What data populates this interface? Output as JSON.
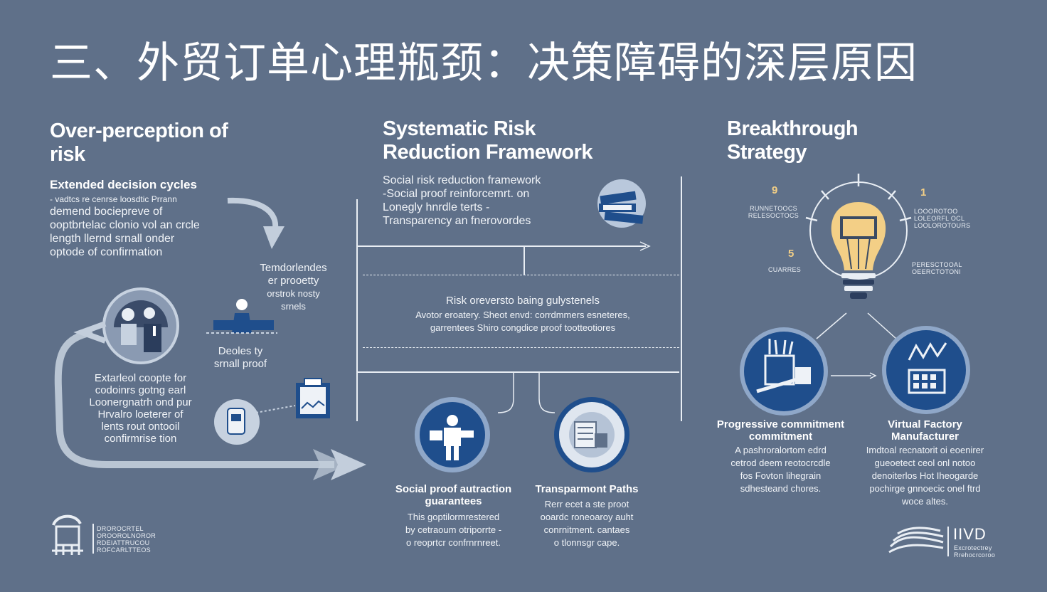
{
  "title": "三、外贸订单心理瓶颈：决策障碍的深层原因",
  "col1": {
    "heading_line1": "Over-perception of",
    "heading_line2": "risk",
    "subheading": "Extended decision cycles",
    "para1": [
      "- vadtcs re cenrse loosdtic Prrann",
      "demend bociepreve of",
      "ooptbrtelac clonio vol an crcle",
      "length llernd srnall onder",
      "optode of confirmation"
    ],
    "tendencies": [
      "Temdorlendes",
      "er prooetty",
      "orstrok nosty",
      "srnels"
    ],
    "decline": [
      "Deoles ty",
      "srnall proof"
    ],
    "extended": [
      "Extarleol coopte for",
      "codoinrs gotng earl",
      "Loonergnatrh ond pur",
      "Hrvalro loeterer of",
      "lents rout ontooil",
      "confirmrise tion"
    ],
    "logo_text": [
      "DROROCRTEL",
      "OROOROLNOROR",
      "RDEIATTRUCOU",
      "ROFCARLTTEOS"
    ]
  },
  "col2": {
    "heading_line1": "Systematic Risk",
    "heading_line2": "Reduction Framework",
    "intro": [
      "Social risk reduction framework",
      "-Social proof reinforcemrt. on",
      "Lonegly hnrdle terts -",
      "Transparency an fnerovordes"
    ],
    "mid_title": "Risk oreversto baing gulystenels",
    "mid_text": [
      "Avotor eroatery. Sheot envd: corrdmmers esneteres,",
      "garrentees Shiro congdice proof tootteotiores"
    ],
    "social_title": [
      "Social proof autraction",
      "guarantees"
    ],
    "social_text": [
      "This goptilormrestered",
      "by cetraoum otriporrte -",
      "o reoprtcr confrnrnreet."
    ],
    "transparent_title": "Transparmont Paths",
    "transparent_text": [
      "Rerr ecet a ste proot",
      "ooardc roneoaroy auht",
      "conrnitment. cantaes",
      "o tlonnsgr cape."
    ]
  },
  "col3": {
    "heading_line1": "Breakthrough",
    "heading_line2": "Strategy",
    "label_9": "9",
    "label_5": "5",
    "label_1": "1",
    "bulb_left_top": [
      "RUNNETOOCS",
      "RELESOCTOCS"
    ],
    "bulb_left_bottom": "CUARRES",
    "bulb_right_top": [
      "LOOOROTOO",
      "LOLEORFL OCL",
      "LOOLOROTOURS"
    ],
    "bulb_right_bottom": [
      "PERESCTOOAL",
      "OEERCTOTONI"
    ],
    "progressive_title": [
      "Progressive commitment",
      "commitment"
    ],
    "progressive_text": [
      "A pashroralortom edrd",
      "cetrod deem reotocrcdle",
      "fos Fovton lihegrain",
      "sdhesteand chores."
    ],
    "virtual_title": [
      "Virtual Factory",
      "Manufacturer"
    ],
    "virtual_text": [
      "Imdtoal recnatorit oi eoenirer",
      "gueoetect ceol onl notoo",
      "denoiterlos Hot Iheogarde",
      "pochirge gnnoecic onel ftrd",
      "woce altes."
    ],
    "brand": "IIVD",
    "brand_sub": [
      "Excrotectrey",
      "Rrehocrcoroo"
    ]
  },
  "colors": {
    "background": "#5f7089",
    "icon_blue": "#1f4e8c",
    "icon_ring": "#8fa7c8",
    "bulb": "#f3cf86"
  }
}
